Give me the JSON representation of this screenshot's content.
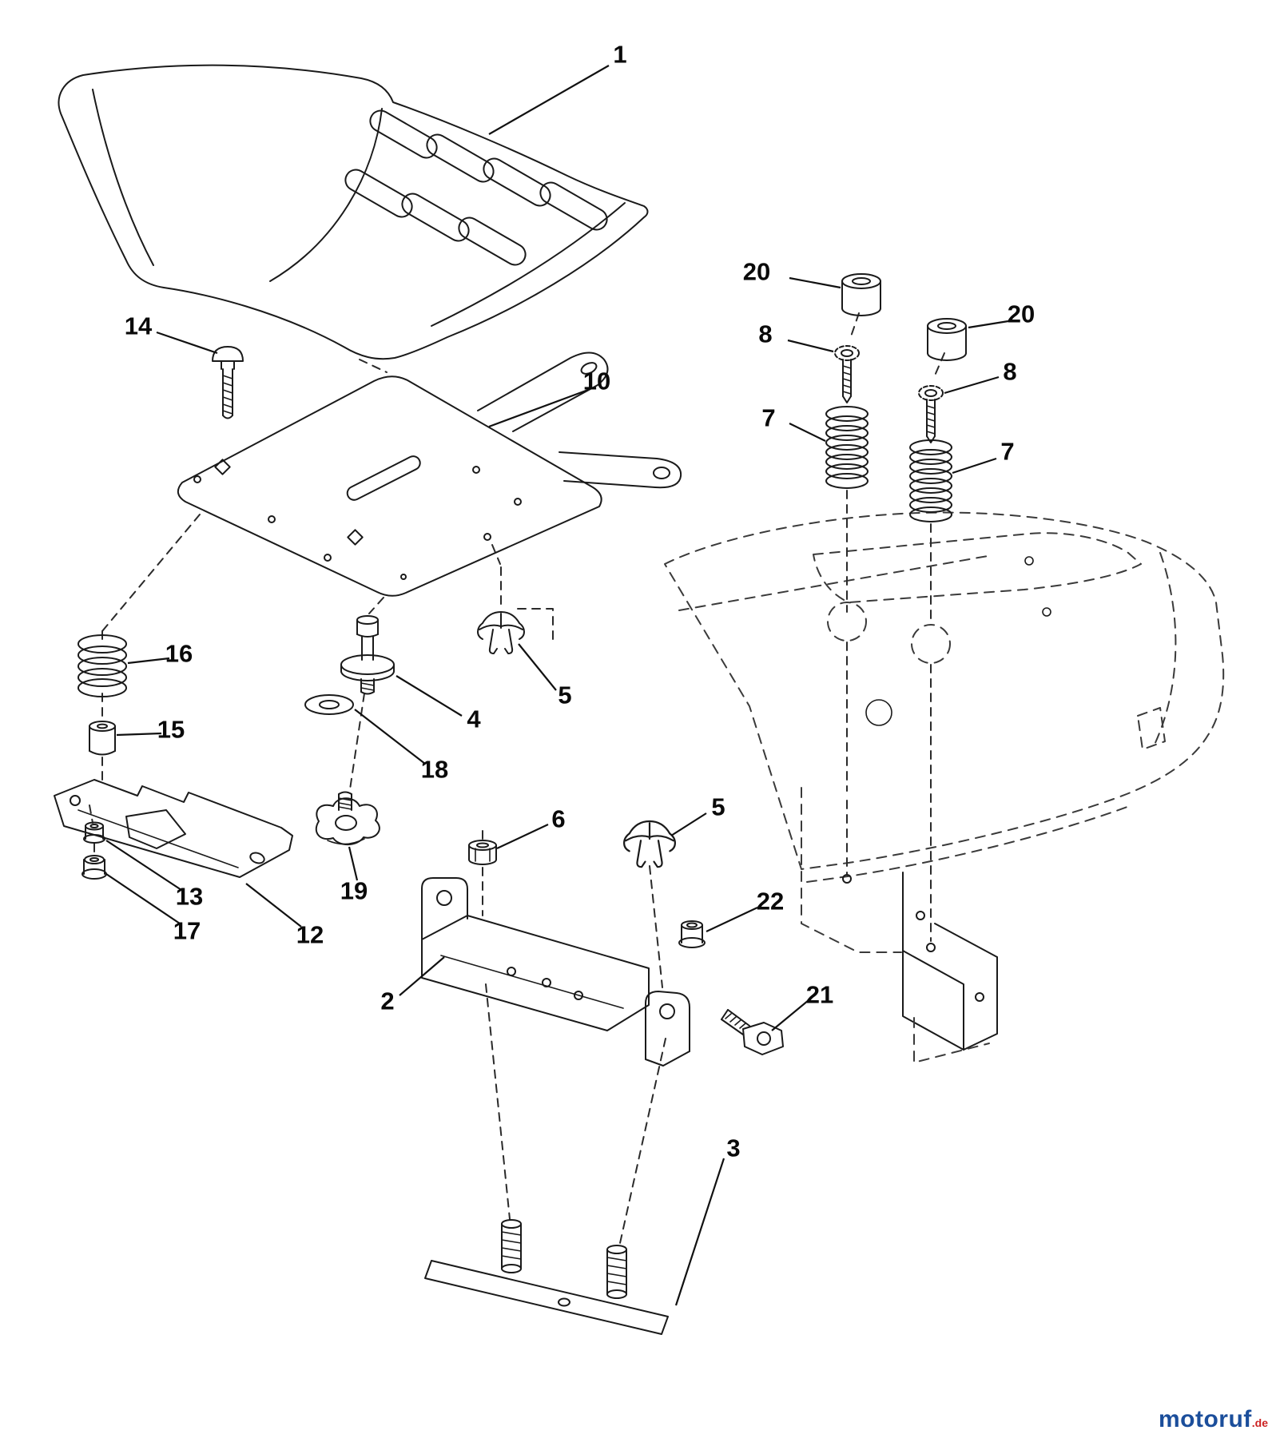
{
  "diagram": {
    "kind": "exploded-parts-diagram",
    "labels": [
      {
        "part": "1"
      },
      {
        "part": "14"
      },
      {
        "part": "10"
      },
      {
        "part": "20"
      },
      {
        "part": "20"
      },
      {
        "part": "8"
      },
      {
        "part": "8"
      },
      {
        "part": "7"
      },
      {
        "part": "7"
      },
      {
        "part": "16"
      },
      {
        "part": "15"
      },
      {
        "part": "4"
      },
      {
        "part": "5"
      },
      {
        "part": "18"
      },
      {
        "part": "19"
      },
      {
        "part": "13"
      },
      {
        "part": "17"
      },
      {
        "part": "12"
      },
      {
        "part": "6"
      },
      {
        "part": "5"
      },
      {
        "part": "22"
      },
      {
        "part": "2"
      },
      {
        "part": "21"
      },
      {
        "part": "3"
      }
    ]
  },
  "watermark": {
    "brand": "motoruf",
    "tld": ".de",
    "brand_color": "#1b4e9b",
    "tld_color": "#cc2222"
  }
}
